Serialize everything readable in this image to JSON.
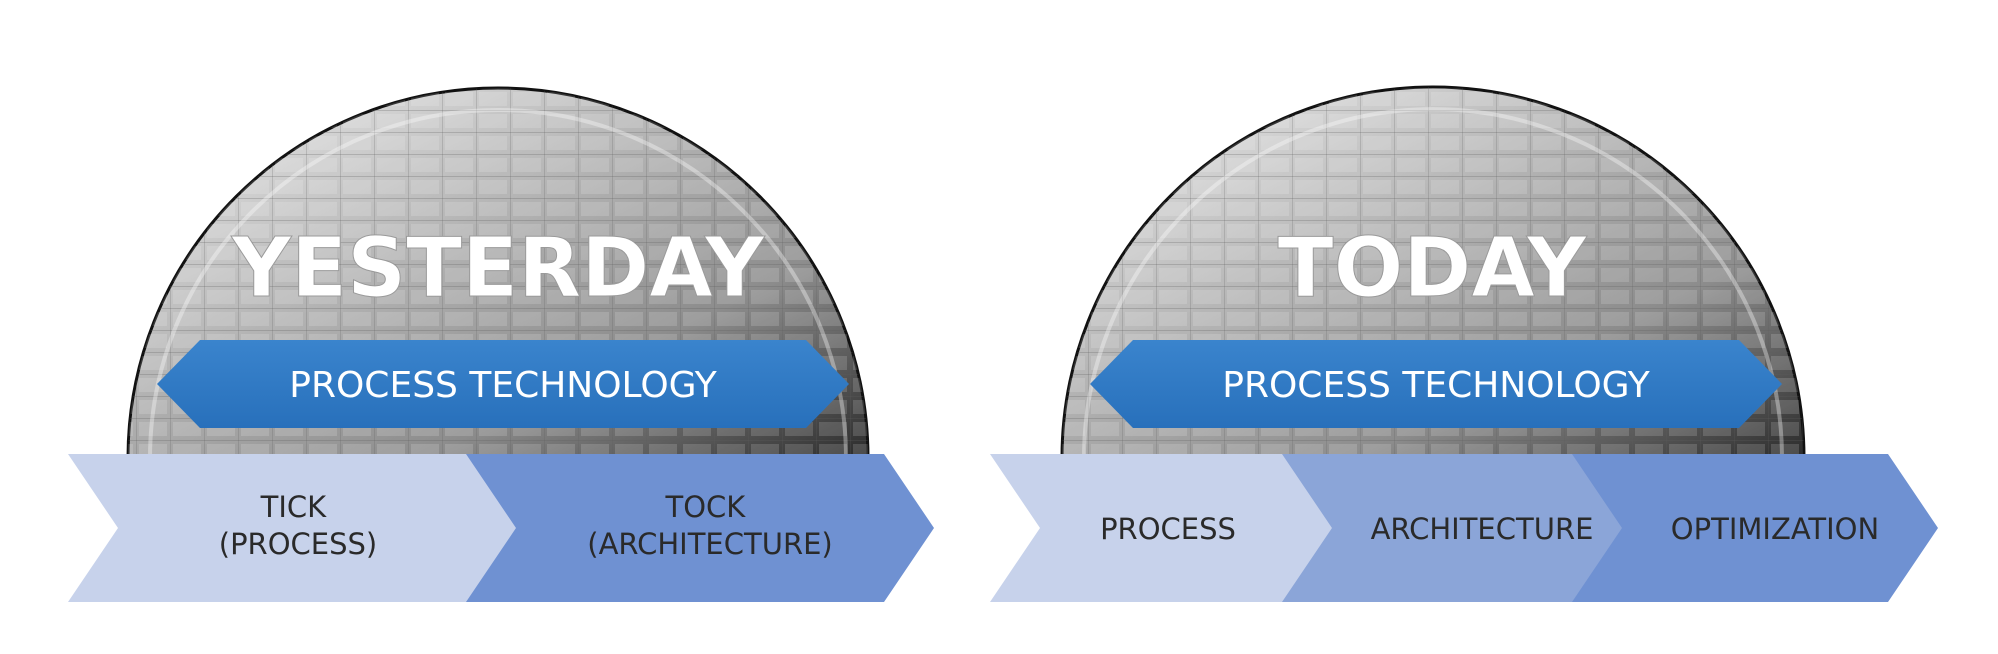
{
  "colors": {
    "band": "#2f78c4",
    "arrow_light": "#c5d1ea",
    "arrow_mid": "#8aa4d8",
    "arrow_dark": "#6d8fd1",
    "wafer_dark": "#202020",
    "wafer_light": "#d8d8d8",
    "title_text": "#ffffff",
    "label_text": "#2a2a2a"
  },
  "panels": [
    {
      "title": "YESTERDAY",
      "band_label": "PROCESS TECHNOLOGY",
      "steps": [
        {
          "lines": [
            "TICK",
            "(PROCESS)"
          ]
        },
        {
          "lines": [
            "TOCK",
            "(ARCHITECTURE)"
          ]
        }
      ]
    },
    {
      "title": "TODAY",
      "band_label": "PROCESS TECHNOLOGY",
      "steps": [
        {
          "lines": [
            "PROCESS"
          ]
        },
        {
          "lines": [
            "ARCHITECTURE"
          ]
        },
        {
          "lines": [
            "OPTIMIZATION"
          ]
        }
      ]
    }
  ]
}
